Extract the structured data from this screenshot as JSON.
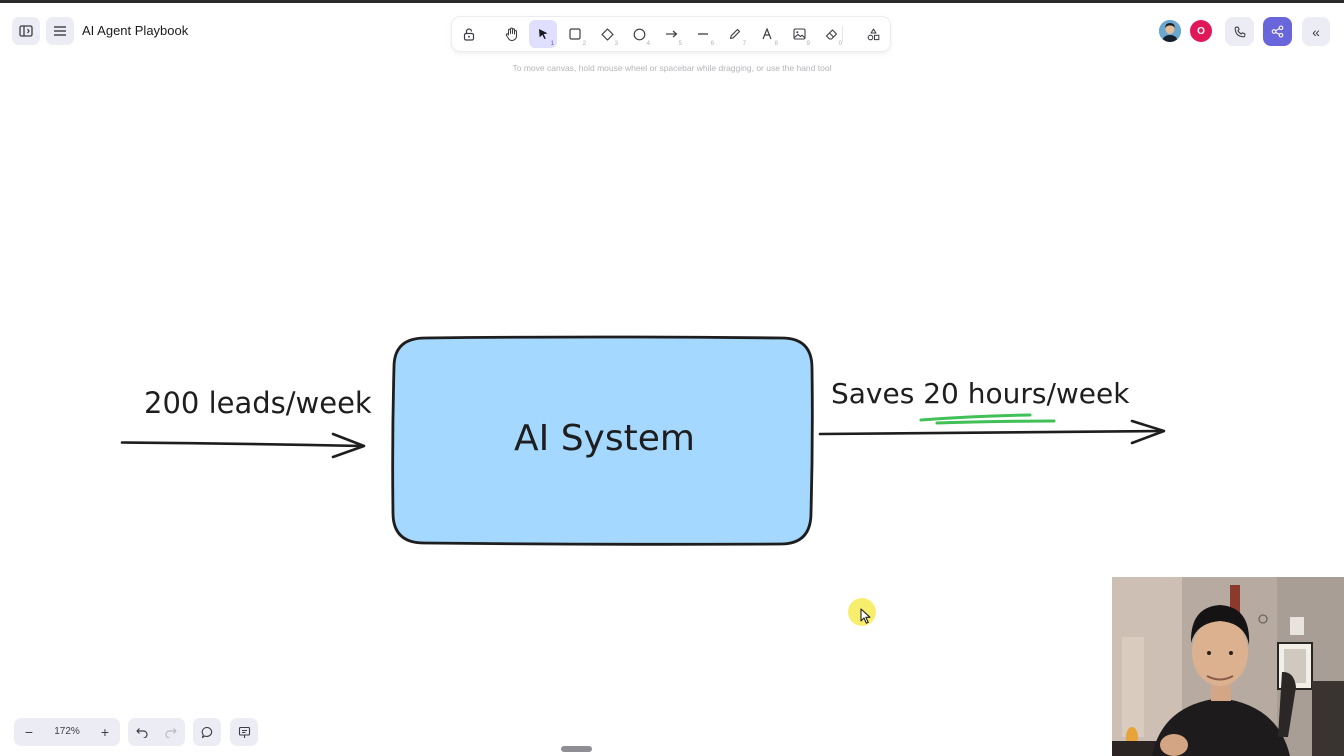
{
  "app": {
    "title": "AI Agent Playbook"
  },
  "toolbar": {
    "tools": [
      {
        "name": "lock",
        "icon": "lock-icon",
        "shortcut": ""
      },
      {
        "name": "hand",
        "icon": "hand-icon",
        "shortcut": ""
      },
      {
        "name": "selection",
        "icon": "pointer-icon",
        "shortcut": "1",
        "active": true
      },
      {
        "name": "rectangle",
        "icon": "rectangle-icon",
        "shortcut": "2"
      },
      {
        "name": "diamond",
        "icon": "diamond-icon",
        "shortcut": "3"
      },
      {
        "name": "ellipse",
        "icon": "ellipse-icon",
        "shortcut": "4"
      },
      {
        "name": "arrow",
        "icon": "arrow-icon",
        "shortcut": "5"
      },
      {
        "name": "line",
        "icon": "line-icon",
        "shortcut": "6"
      },
      {
        "name": "draw",
        "icon": "pencil-icon",
        "shortcut": "7"
      },
      {
        "name": "text",
        "icon": "text-icon",
        "shortcut": "8"
      },
      {
        "name": "image",
        "icon": "image-icon",
        "shortcut": "9"
      },
      {
        "name": "eraser",
        "icon": "eraser-icon",
        "shortcut": "0"
      },
      {
        "name": "more-tools",
        "icon": "shapes-icon",
        "shortcut": ""
      }
    ],
    "hint": "To move canvas, hold mouse wheel or spacebar while dragging, or use the hand tool"
  },
  "collaborators": [
    {
      "name": "avatar-photo",
      "initial": ""
    },
    {
      "name": "avatar-o",
      "initial": "O",
      "color": "#e0185a"
    }
  ],
  "canvas": {
    "input_label": "200 leads/week",
    "box_label": "AI System",
    "output_label_prefix": "Saves ",
    "output_label_highlight": "20 hours/week",
    "box_fill": "#a5d8ff",
    "highlight_color": "#40c057"
  },
  "footer": {
    "zoom": "172%",
    "zoom_out": "−",
    "zoom_in": "+"
  },
  "colors": {
    "accent": "#6965db",
    "active_tool_bg": "#e0dfff"
  }
}
